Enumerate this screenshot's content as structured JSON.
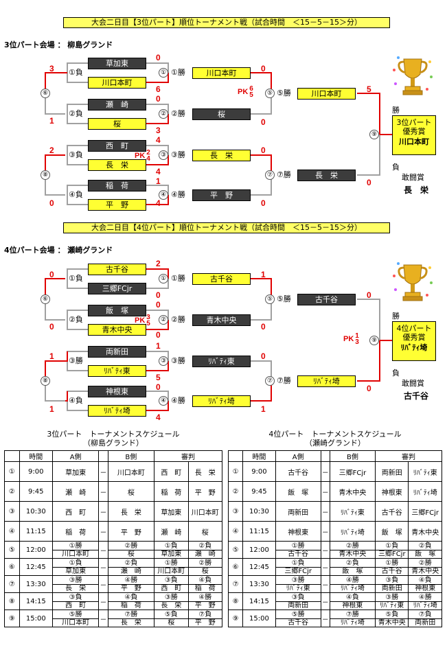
{
  "part3": {
    "banner": "大会二日目【3位パート】順位トーナメント戦（試合時間　＜15－5－15＞分）",
    "venue": "3位パート会場 ： 柳島グランド",
    "r1": [
      {
        "team": "草加東",
        "score": "0",
        "style": "dark"
      },
      {
        "team": "川口本町",
        "score": "6",
        "style": "yellow"
      },
      {
        "team": "瀬　崎",
        "score": "0",
        "style": "dark"
      },
      {
        "team": "桜",
        "score": "3",
        "style": "yellow"
      },
      {
        "team": "西　町",
        "score": "4",
        "style": "dark"
      },
      {
        "team": "長　栄",
        "score": "4",
        "style": "yellow"
      },
      {
        "team": "稲　荷",
        "score": "1",
        "style": "dark"
      },
      {
        "team": "平　野",
        "score": "4",
        "style": "yellow"
      }
    ],
    "r1_pk": {
      "label": "PK",
      "top": "2",
      "bottom": "4"
    },
    "r2": [
      {
        "team": "川口本町",
        "score": "0",
        "style": "yellow"
      },
      {
        "team": "桜",
        "score": "0",
        "style": "dark"
      },
      {
        "team": "長　栄",
        "score": "0",
        "style": "yellow"
      },
      {
        "team": "平　野",
        "score": "0",
        "style": "dark"
      }
    ],
    "r2_pk": {
      "label": "PK",
      "top": "6",
      "bottom": "5"
    },
    "r3": [
      {
        "team": "川口本町",
        "score": "5",
        "style": "yellow"
      },
      {
        "team": "長　栄",
        "score": "0",
        "style": "dark"
      }
    ],
    "losers": [
      {
        "score": "3"
      },
      {
        "score": "1"
      },
      {
        "score": "2"
      },
      {
        "score": "0"
      }
    ],
    "labels": {
      "m1": "①負",
      "m2": "②負",
      "m3": "③負",
      "m4": "④負",
      "w1": "①勝",
      "w2": "②勝",
      "w3": "③勝",
      "w4": "④勝",
      "w5": "⑤勝",
      "w7": "⑦勝",
      "c1": "①",
      "c2": "②",
      "c3": "③",
      "c4": "④",
      "c5": "⑤",
      "c6": "⑥",
      "c7": "⑦",
      "c8": "⑧",
      "c9": "⑨"
    },
    "winner_label": "勝",
    "award_title1": "3位パート",
    "award_title2": "優秀賞",
    "award_team": "川口本町",
    "loser_label": "負",
    "fight_award": "敢闘賞",
    "fight_team": "長　栄"
  },
  "part4": {
    "banner": "大会二日目【4位パート】順位トーナメント戦（試合時間　＜15－5－15＞分）",
    "venue": "4位パート会場 ： 瀬崎グランド",
    "r1": [
      {
        "team": "古千谷",
        "score": "2",
        "style": "yellow"
      },
      {
        "team": "三郷FCjr",
        "score": "0",
        "style": "dark"
      },
      {
        "team": "飯　塚",
        "score": "0",
        "style": "dark"
      },
      {
        "team": "青木中央",
        "score": "0",
        "style": "yellow"
      },
      {
        "team": "両新田",
        "score": "1",
        "style": "dark"
      },
      {
        "team": "ﾘﾊﾞﾃｨ東",
        "score": "5",
        "style": "yellow"
      },
      {
        "team": "神根東",
        "score": "0",
        "style": "dark"
      },
      {
        "team": "ﾘﾊﾞﾃｨ埼",
        "score": "4",
        "style": "yellow"
      }
    ],
    "r1_pk": {
      "label": "PK",
      "top": "3",
      "bottom": "5"
    },
    "r2": [
      {
        "team": "古千谷",
        "score": "1",
        "style": "yellow"
      },
      {
        "team": "青木中央",
        "score": "0",
        "style": "dark"
      },
      {
        "team": "ﾘﾊﾞﾃｨ東",
        "score": "0",
        "style": "dark"
      },
      {
        "team": "ﾘﾊﾞﾃｨ埼",
        "score": "1",
        "style": "yellow"
      }
    ],
    "r3": [
      {
        "team": "古千谷",
        "score": "0",
        "style": "dark"
      },
      {
        "team": "ﾘﾊﾞﾃｨ埼",
        "score": "0",
        "style": "yellow"
      }
    ],
    "r3_pk": {
      "label": "PK",
      "top": "1",
      "bottom": "3"
    },
    "losers": [
      {
        "score": "0"
      },
      {
        "score": "0"
      },
      {
        "score": "1"
      },
      {
        "score": "1"
      }
    ],
    "winner_label": "勝",
    "award_title1": "4位パート",
    "award_title2": "優秀賞",
    "award_team": "ﾘﾊﾞﾃｨ埼",
    "loser_label": "負",
    "fight_award": "敢闘賞",
    "fight_team": "古千谷"
  },
  "schedule3": {
    "title": "3位パート　トーナメントスケジュール",
    "subtitle": "（柳島グランド）",
    "headers": [
      "時間",
      "A側",
      "B側",
      "審判"
    ],
    "rows": [
      {
        "no": "①",
        "time": "9:00",
        "a": [
          "草加東"
        ],
        "b": [
          "川口本町"
        ],
        "r1": [
          "西　町"
        ],
        "r2": [
          "長　栄"
        ]
      },
      {
        "no": "②",
        "time": "9:45",
        "a": [
          "瀬　崎"
        ],
        "b": [
          "桜"
        ],
        "r1": [
          "稲　荷"
        ],
        "r2": [
          "平　野"
        ]
      },
      {
        "no": "③",
        "time": "10:30",
        "a": [
          "西　町"
        ],
        "b": [
          "長　栄"
        ],
        "r1": [
          "草加東"
        ],
        "r2": [
          "川口本町"
        ]
      },
      {
        "no": "④",
        "time": "11:15",
        "a": [
          "稲　荷"
        ],
        "b": [
          "平　野"
        ],
        "r1": [
          "瀬　崎"
        ],
        "r2": [
          "桜"
        ]
      },
      {
        "no": "⑤",
        "time": "12:00",
        "a": [
          "①勝",
          "川口本町"
        ],
        "b": [
          "②勝",
          "桜"
        ],
        "r1": [
          "①負",
          "草加東"
        ],
        "r2": [
          "②負",
          "瀬　崎"
        ]
      },
      {
        "no": "⑥",
        "time": "12:45",
        "a": [
          "①負",
          "草加東"
        ],
        "b": [
          "②負",
          "瀬　崎"
        ],
        "r1": [
          "①勝",
          "川口本町"
        ],
        "r2": [
          "②勝",
          "桜"
        ]
      },
      {
        "no": "⑦",
        "time": "13:30",
        "a": [
          "③勝",
          "長　栄"
        ],
        "b": [
          "④勝",
          "平　野"
        ],
        "r1": [
          "③負",
          "西　町"
        ],
        "r2": [
          "④負",
          "稲　荷"
        ]
      },
      {
        "no": "⑧",
        "time": "14:15",
        "a": [
          "③負",
          "西　町"
        ],
        "b": [
          "④負",
          "稲　荷"
        ],
        "r1": [
          "③勝",
          "長　栄"
        ],
        "r2": [
          "④勝",
          "平　野"
        ]
      },
      {
        "no": "⑨",
        "time": "15:00",
        "a": [
          "⑤勝",
          "川口本町"
        ],
        "b": [
          "⑦勝",
          "長　栄"
        ],
        "r1": [
          "⑤負",
          "桜"
        ],
        "r2": [
          "⑦負",
          "平　野"
        ]
      }
    ]
  },
  "schedule4": {
    "title": "4位パート　トーナメントスケジュール",
    "subtitle": "（瀬崎グランド）",
    "headers": [
      "時間",
      "A側",
      "B側",
      "審判"
    ],
    "rows": [
      {
        "no": "①",
        "time": "9:00",
        "a": [
          "古千谷"
        ],
        "b": [
          "三郷FCjr"
        ],
        "r1": [
          "両新田"
        ],
        "r2": [
          "ﾘﾊﾞﾃｨ東"
        ]
      },
      {
        "no": "②",
        "time": "9:45",
        "a": [
          "飯　塚"
        ],
        "b": [
          "青木中央"
        ],
        "r1": [
          "神根東"
        ],
        "r2": [
          "ﾘﾊﾞﾃｨ埼"
        ]
      },
      {
        "no": "③",
        "time": "10:30",
        "a": [
          "両新田"
        ],
        "b": [
          "ﾘﾊﾞﾃｨ東"
        ],
        "r1": [
          "古千谷"
        ],
        "r2": [
          "三郷FCjr"
        ]
      },
      {
        "no": "④",
        "time": "11:15",
        "a": [
          "神根東"
        ],
        "b": [
          "ﾘﾊﾞﾃｨ埼"
        ],
        "r1": [
          "飯　塚"
        ],
        "r2": [
          "青木中央"
        ]
      },
      {
        "no": "⑤",
        "time": "12:00",
        "a": [
          "①勝",
          "古千谷"
        ],
        "b": [
          "②勝",
          "青木中央"
        ],
        "r1": [
          "①負",
          "三郷FCjr"
        ],
        "r2": [
          "②負",
          "飯　塚"
        ]
      },
      {
        "no": "⑥",
        "time": "12:45",
        "a": [
          "①負",
          "三郷FCjr"
        ],
        "b": [
          "②負",
          "飯　塚"
        ],
        "r1": [
          "①勝",
          "古千谷"
        ],
        "r2": [
          "②勝",
          "青木中央"
        ]
      },
      {
        "no": "⑦",
        "time": "13:30",
        "a": [
          "③勝",
          "ﾘﾊﾞﾃｨ東"
        ],
        "b": [
          "④勝",
          "ﾘﾊﾞﾃｨ埼"
        ],
        "r1": [
          "③負",
          "両新田"
        ],
        "r2": [
          "④負",
          "神根東"
        ]
      },
      {
        "no": "⑧",
        "time": "14:15",
        "a": [
          "③負",
          "両新田"
        ],
        "b": [
          "④負",
          "神根東"
        ],
        "r1": [
          "③勝",
          "ﾘﾊﾞﾃｨ東"
        ],
        "r2": [
          "④勝",
          "ﾘﾊﾞﾃｨ埼"
        ]
      },
      {
        "no": "⑨",
        "time": "15:00",
        "a": [
          "⑤勝",
          "古千谷"
        ],
        "b": [
          "⑦勝",
          "ﾘﾊﾞﾃｨ埼"
        ],
        "r1": [
          "⑤負",
          "青木中央"
        ],
        "r2": [
          "⑦負",
          "両新田"
        ]
      }
    ]
  },
  "dash": "－",
  "colors": {
    "dark": "#3c3c3c",
    "yellow": "#ffff33",
    "score": "#e00000",
    "line_red": "#e00000",
    "line_gray": "#a0a0a0"
  }
}
